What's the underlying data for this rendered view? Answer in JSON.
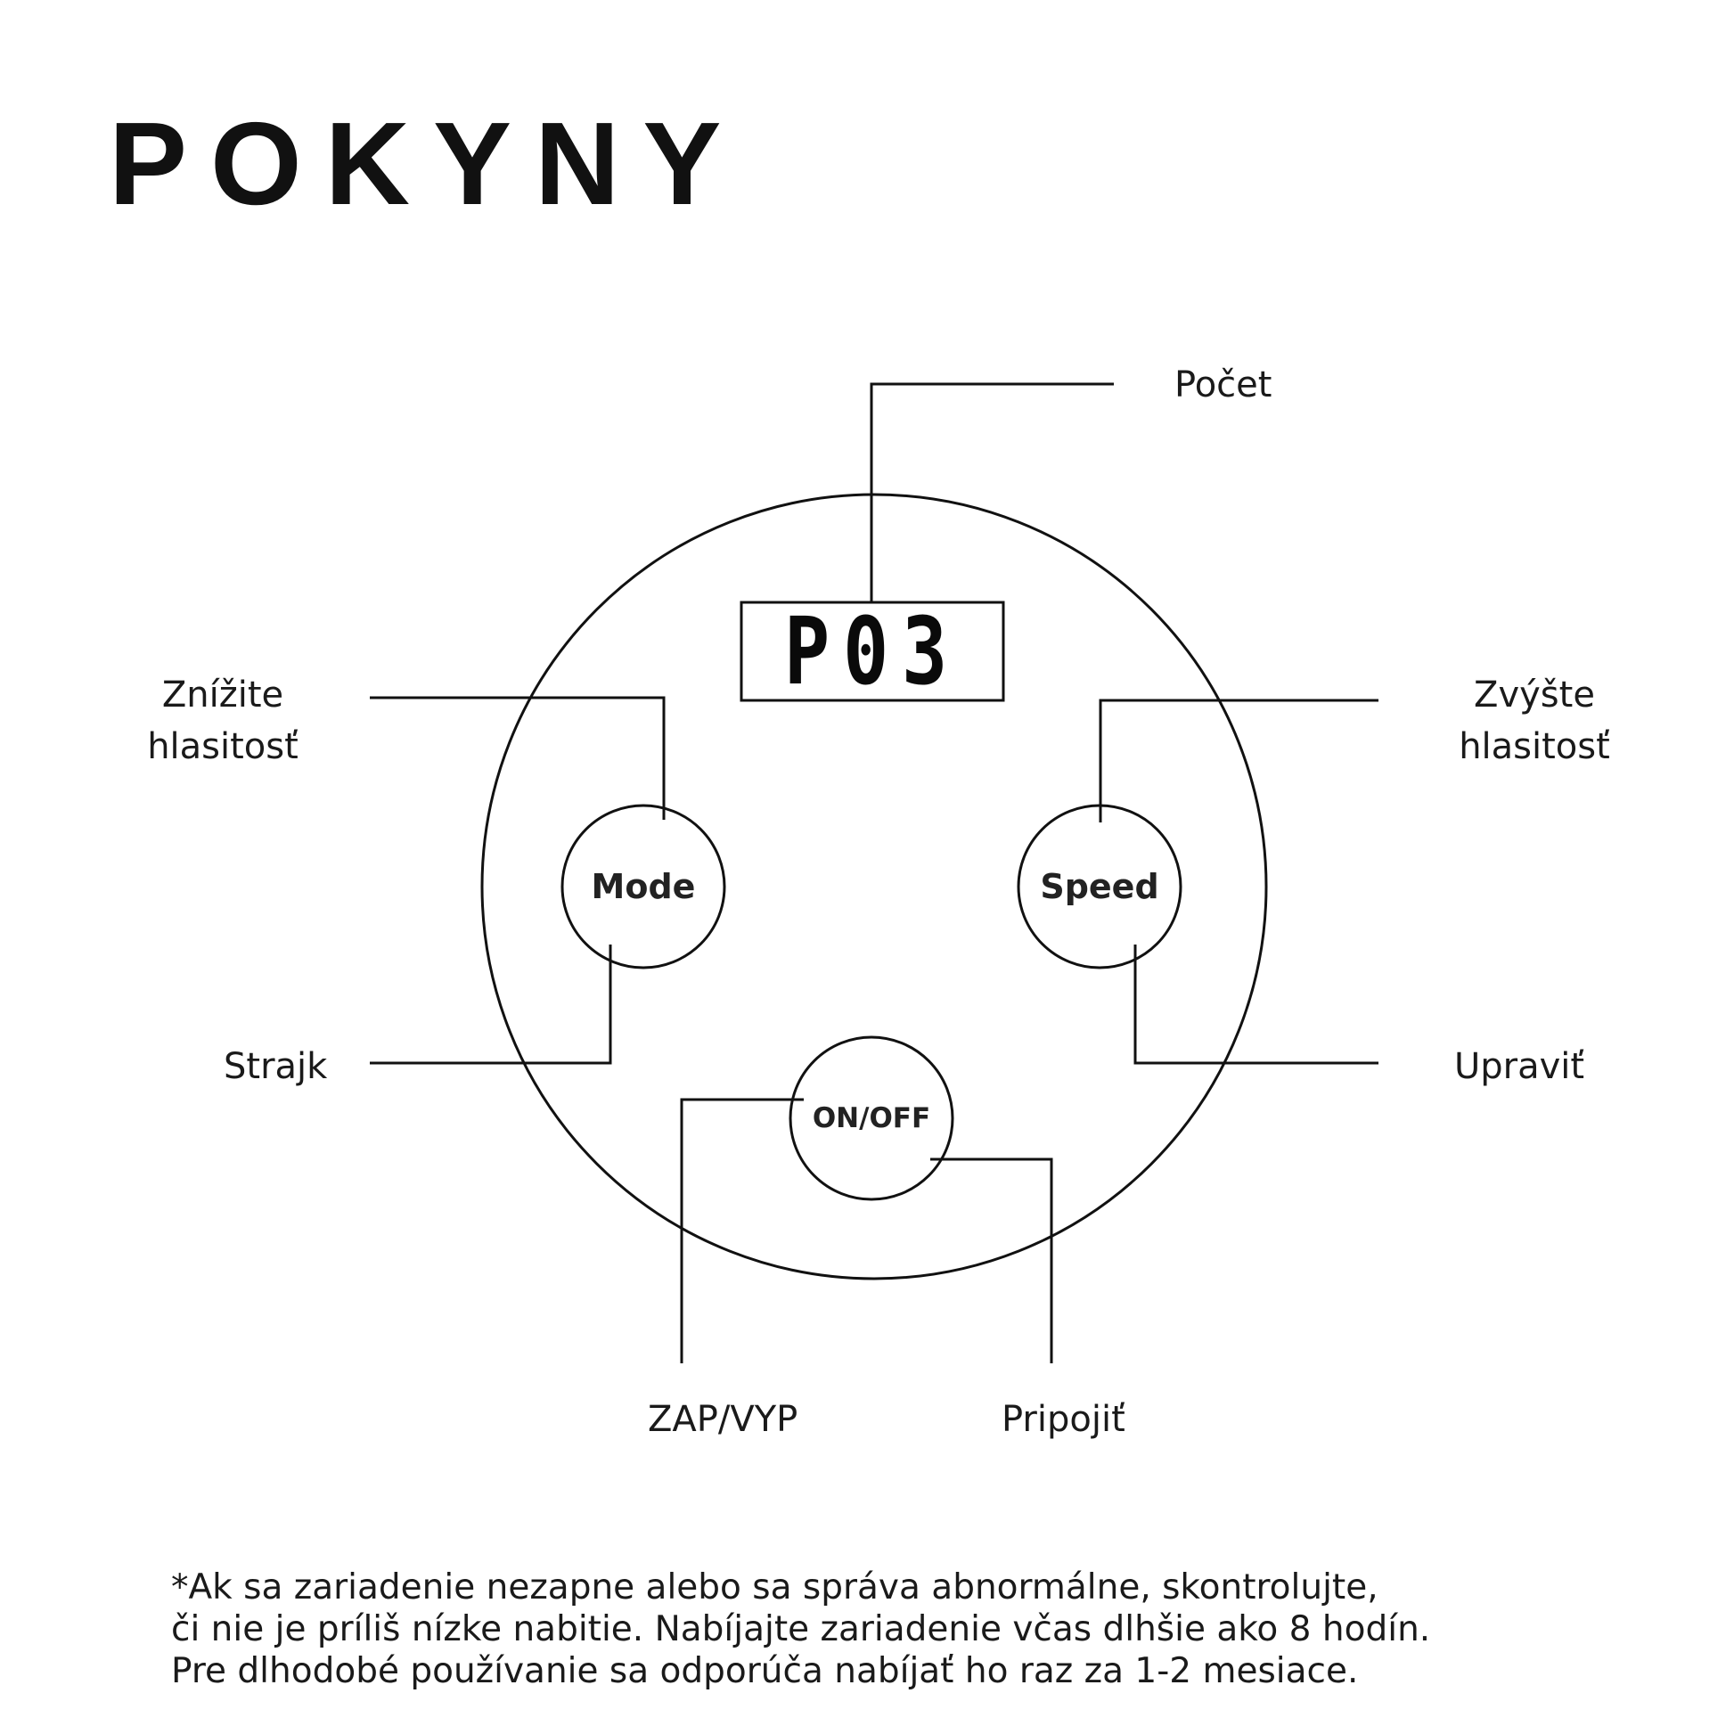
{
  "title": "POKYNY",
  "display": {
    "value": "P03"
  },
  "buttons": {
    "mode": "Mode",
    "speed": "Speed",
    "power": "ON/OFF"
  },
  "labels": {
    "count": "Počet",
    "volume_down_line1": "Znížite",
    "volume_down_line2": "hlasitosť",
    "volume_up_line1": "Zvýšte",
    "volume_up_line2": "hlasitosť",
    "strike": "Strajk",
    "adjust": "Upraviť",
    "on_off": "ZAP/VYP",
    "connect": "Pripojiť"
  },
  "note": {
    "line1": "*Ak sa zariadenie nezapne alebo sa správa abnormálne, skontrolujte,",
    "line2": "či nie je príliš nízke nabitie. Nabíjajte zariadenie včas dlhšie ako 8 hodín.",
    "line3": "Pre dlhodobé používanie sa odporúča nabíjať ho raz za 1-2 mesiace."
  }
}
